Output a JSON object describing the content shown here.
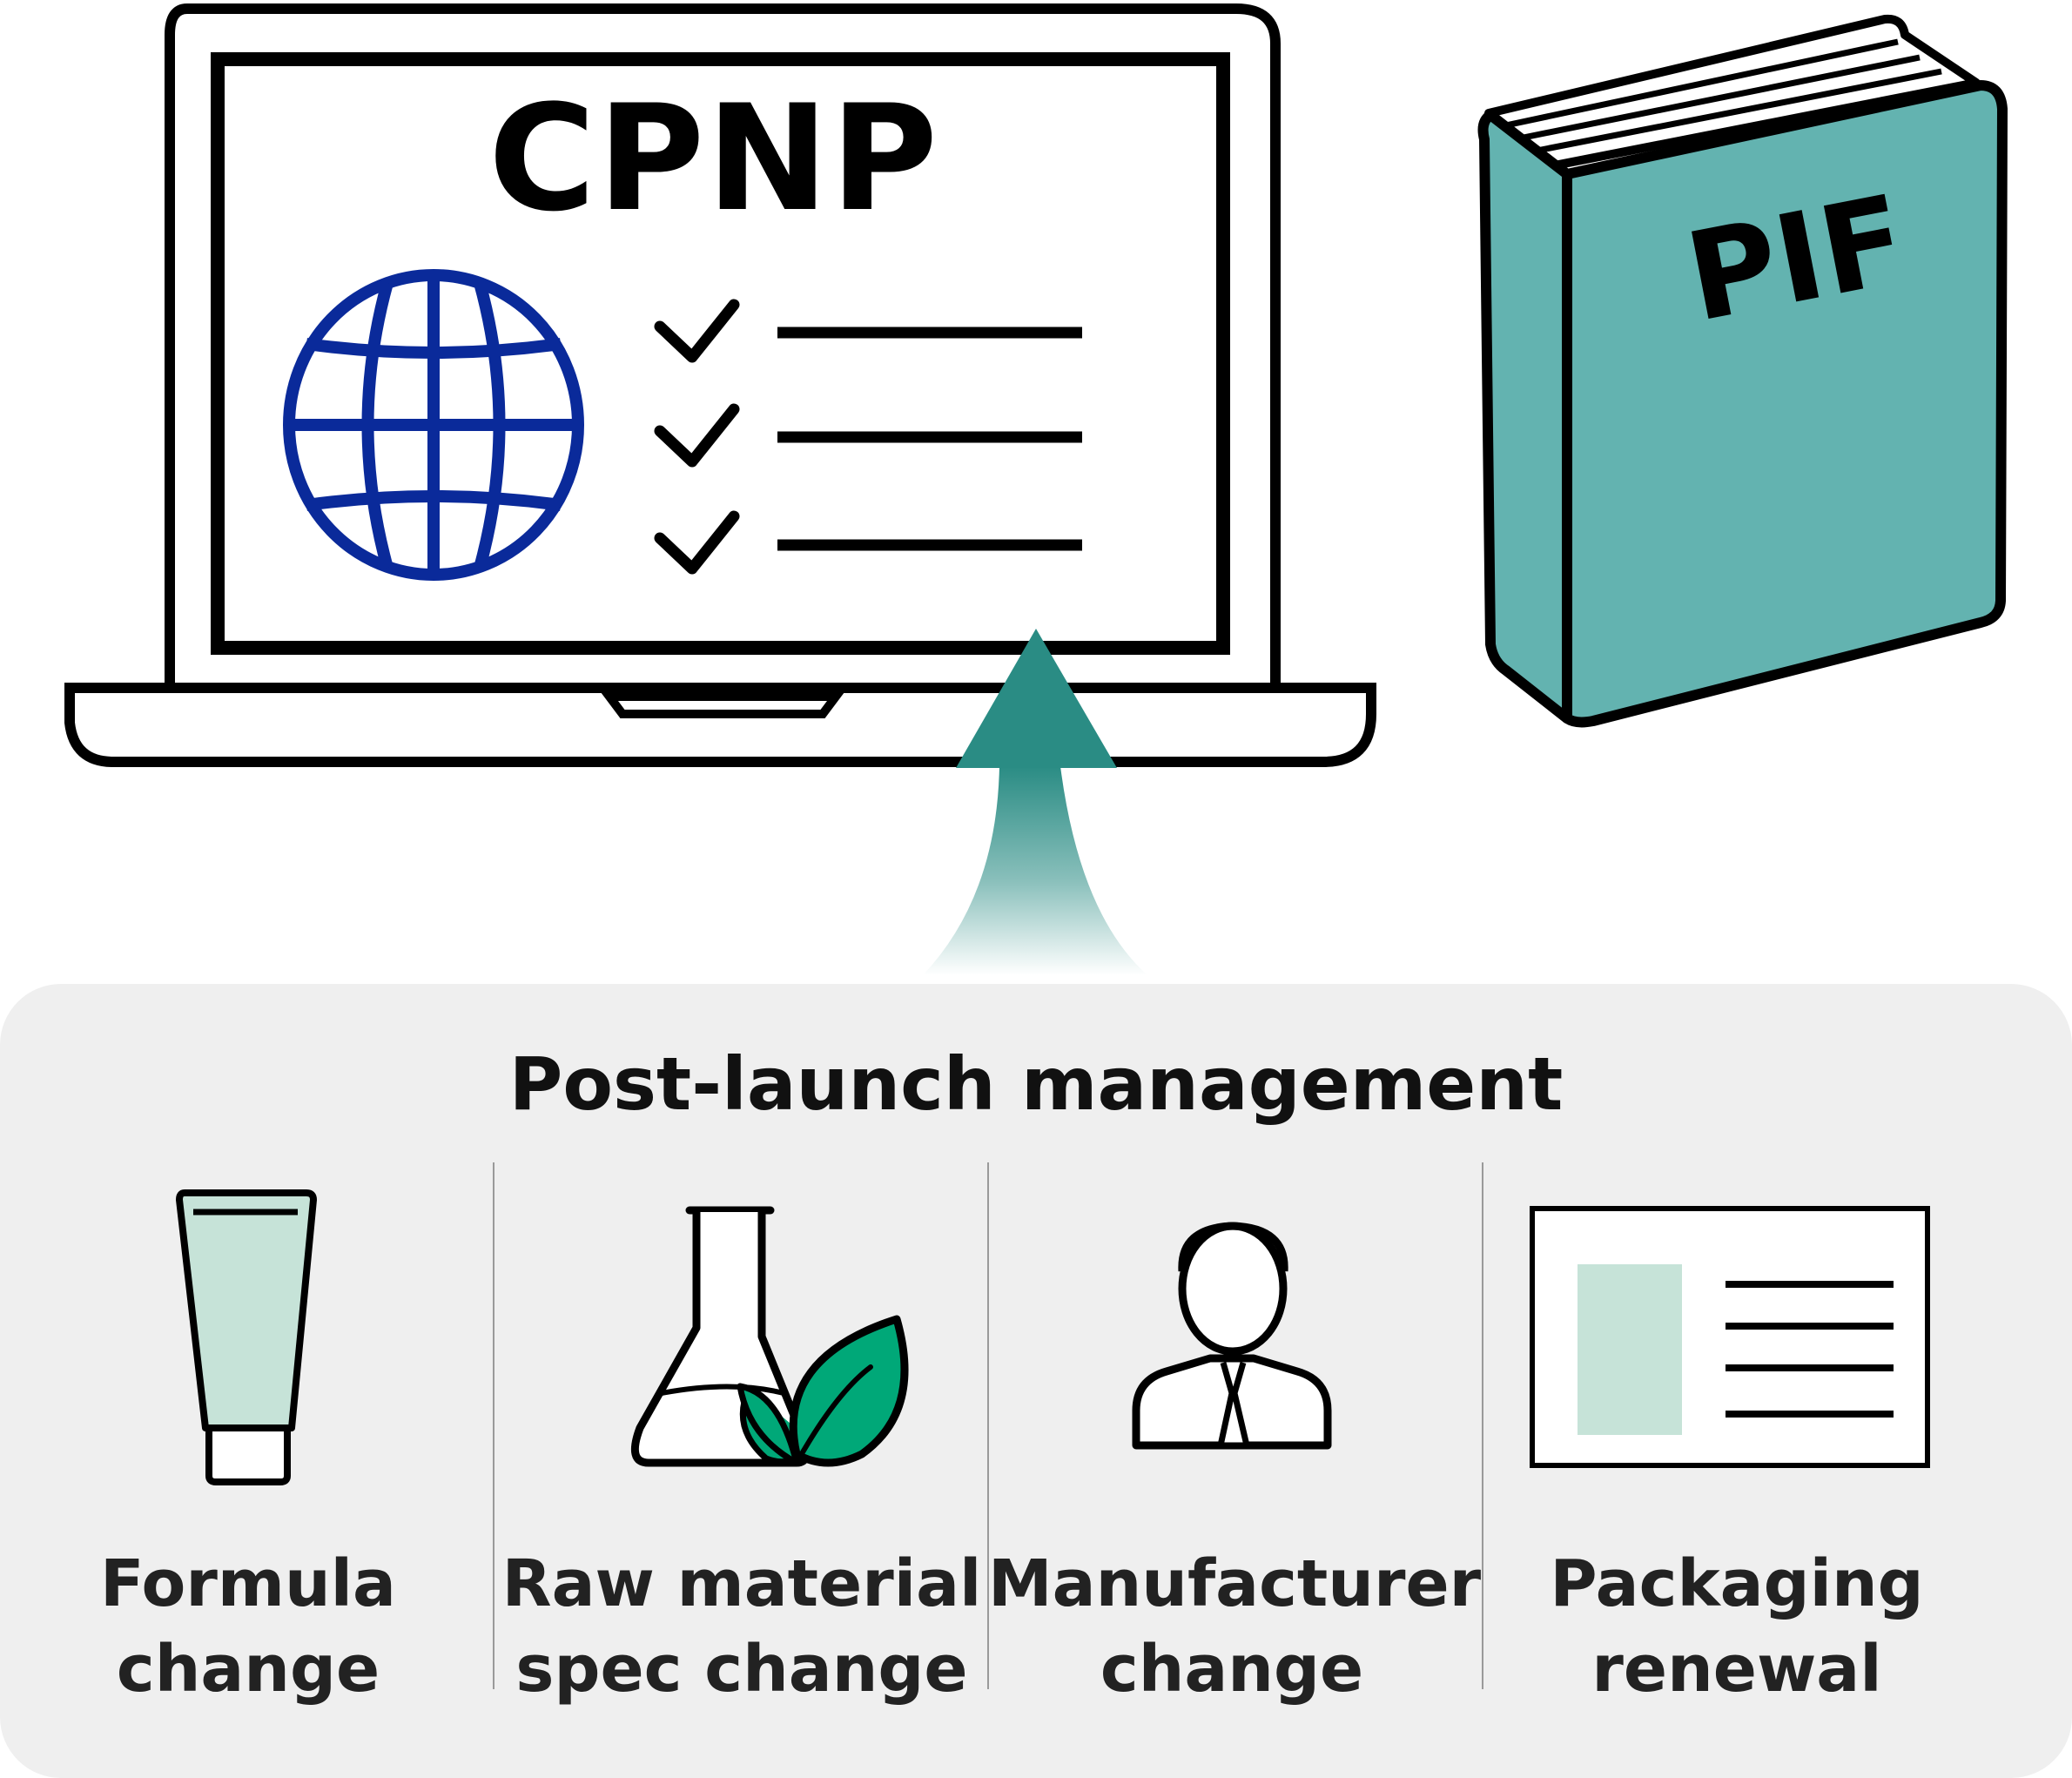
{
  "laptop": {
    "screen_title": "CPNP",
    "globe_icon": "globe-icon",
    "checklist_items": 3
  },
  "book": {
    "title": "PIF",
    "color": "#63b3b0"
  },
  "arrow": {
    "color": "#2a8c84"
  },
  "panel": {
    "title": "Post-launch management",
    "items": [
      {
        "icon": "tube-icon",
        "line1": "Formula",
        "line2": "change"
      },
      {
        "icon": "flask-leaf-icon",
        "line1": "Raw material",
        "line2": "spec change"
      },
      {
        "icon": "person-icon",
        "line1": "Manufacturer",
        "line2": "change"
      },
      {
        "icon": "label-icon",
        "line1": "Packaging",
        "line2": "renewal"
      }
    ]
  },
  "colors": {
    "globe": "#0a2a9a",
    "tube_fill": "#c6e3d8",
    "leaf": "#00a878",
    "panel_bg": "#efefef"
  }
}
